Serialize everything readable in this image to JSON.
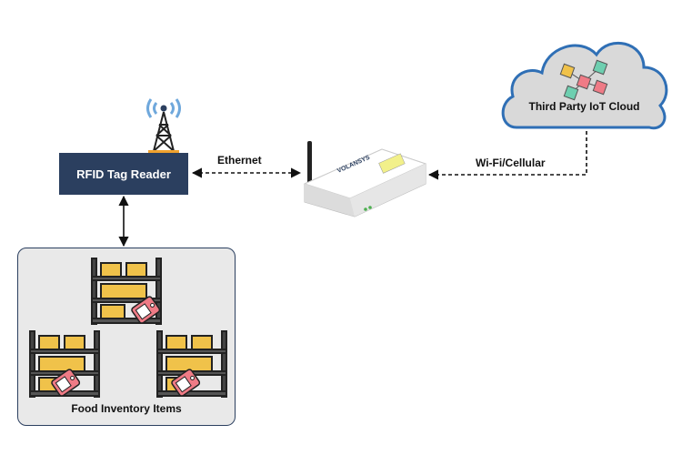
{
  "nodes": {
    "reader_label": "RFID Tag Reader",
    "inventory_label": "Food Inventory Items",
    "cloud_label": "Third Party IoT Cloud",
    "gateway_brand": "VOLANSYS"
  },
  "links": {
    "ethernet_label": "Ethernet",
    "wireless_label": "Wi-Fi/Cellular"
  },
  "colors": {
    "reader_fill": "#2b3f5f",
    "cloud_fill": "#d9d9d9",
    "cloud_stroke": "#2f6fb5",
    "box_crate": "#f0c24a",
    "tag_pink": "#ef7b86"
  }
}
